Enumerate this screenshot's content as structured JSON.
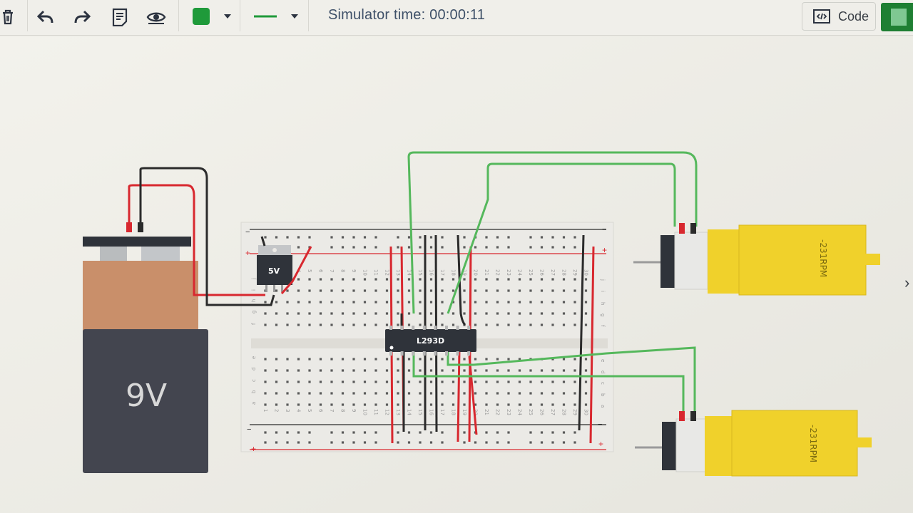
{
  "toolbar": {
    "simulator_time": "Simulator time: 00:00:11",
    "code_label": "Code",
    "wire_color": "#1f9a3a"
  },
  "circuit": {
    "battery_label": "9V",
    "regulator_label": "5V",
    "chip_label": "L293D",
    "motor_top_label": "-231RPM",
    "motor_bottom_label": "-231RPM"
  },
  "breadboard": {
    "column_numbers": [
      "1",
      "2",
      "3",
      "4",
      "5",
      "6",
      "7",
      "8",
      "9",
      "10",
      "11",
      "12",
      "13",
      "14",
      "15",
      "16",
      "17",
      "18",
      "19",
      "20",
      "21",
      "22",
      "23",
      "24",
      "25",
      "26",
      "27",
      "28",
      "29",
      "30"
    ],
    "row_letters_top": [
      "j",
      "i",
      "h",
      "g",
      "f"
    ],
    "row_letters_bottom": [
      "e",
      "d",
      "c",
      "b",
      "a"
    ],
    "rail_plus": "+",
    "rail_minus": "−"
  },
  "colors": {
    "wire_red": "#d8282f",
    "wire_black": "#2b2b2b",
    "wire_green": "#55b85c",
    "motor_yellow": "#f0d12b"
  }
}
